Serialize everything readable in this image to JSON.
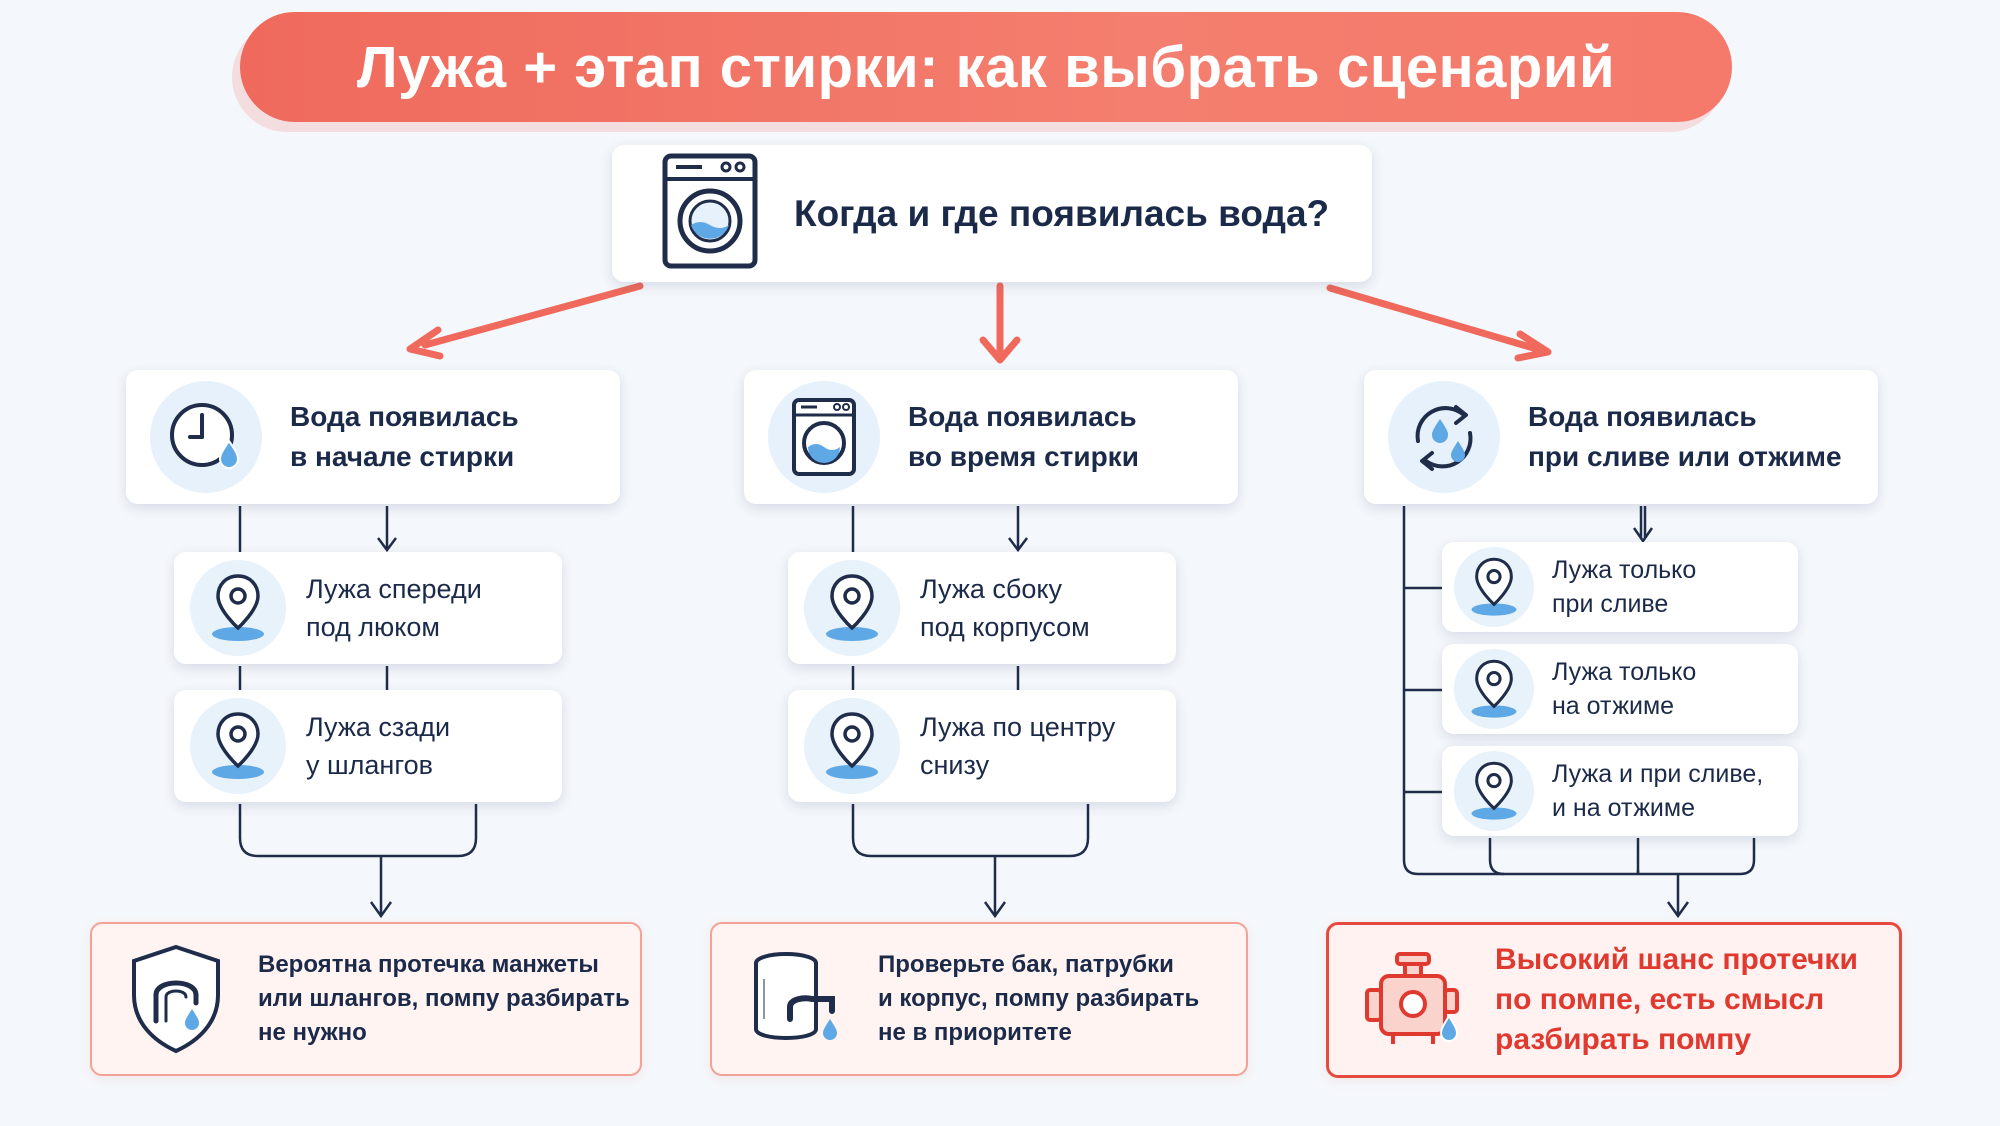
{
  "title": "Лужа + этап стирки: как выбрать сценарий",
  "question": "Когда и где появилась вода?",
  "colors": {
    "accent": "#ef6a5c",
    "navy": "#1c2a4a",
    "water": "#5fa8e6",
    "alert": "#e03a30"
  },
  "stages": [
    {
      "label_line1": "Вода появилась",
      "label_line2": "в начале стирки",
      "icon": "clock-water-icon",
      "puddles": [
        {
          "line1": "Лужа спереди",
          "line2": "под люком"
        },
        {
          "line1": "Лужа сзади",
          "line2": "у шлангов"
        }
      ],
      "outcome": {
        "line1": "Вероятна протечка манжеты",
        "line2": "или шлангов, помпу разбирать",
        "line3": "не нужно",
        "icon": "shield-hose-icon"
      }
    },
    {
      "label_line1": "Вода появилась",
      "label_line2": "во время стирки",
      "icon": "washing-machine-icon",
      "puddles": [
        {
          "line1": "Лужа сбоку",
          "line2": "под корпусом"
        },
        {
          "line1": "Лужа по центру",
          "line2": "снизу"
        }
      ],
      "outcome": {
        "line1": "Проверьте бак, патрубки",
        "line2": "и корпус, помпу разбирать",
        "line3": "не в приоритете",
        "icon": "tank-pipe-icon"
      }
    },
    {
      "label_line1": "Вода появилась",
      "label_line2": "при сливе или отжиме",
      "icon": "spin-cycle-icon",
      "puddles": [
        {
          "line1": "Лужа только",
          "line2": "при сливе"
        },
        {
          "line1": "Лужа только",
          "line2": "на отжиме"
        },
        {
          "line1": "Лужа и при сливе,",
          "line2": "и на отжиме"
        }
      ],
      "outcome": {
        "line1": "Высокий шанс протечки",
        "line2": "по помпе, есть смысл",
        "line3": "разбирать помпу",
        "icon": "pump-icon"
      }
    }
  ]
}
